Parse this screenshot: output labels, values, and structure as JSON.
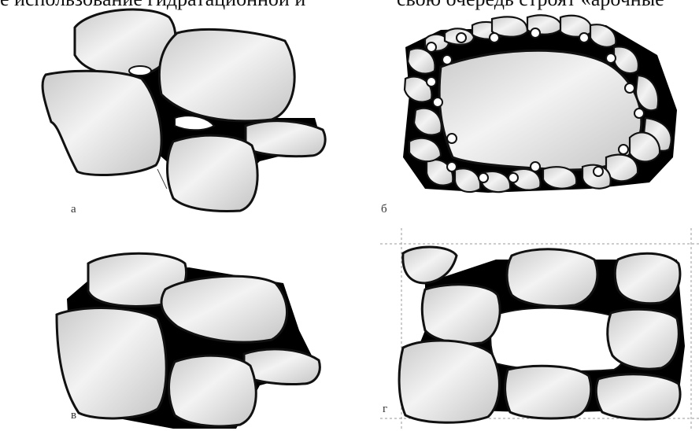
{
  "top_text": {
    "left": "е использование гидратационной и",
    "right": "свою очередь строят «арочные"
  },
  "panels": [
    {
      "label": "а"
    },
    {
      "label": "б"
    },
    {
      "label": "в"
    },
    {
      "label": "г"
    }
  ],
  "colors": {
    "grain_fill": "#d6d6d6",
    "grain_highlight": "#f2f2f2",
    "binder": "#000000",
    "pore": "#ffffff",
    "guide_line": "#9a9a9a"
  }
}
